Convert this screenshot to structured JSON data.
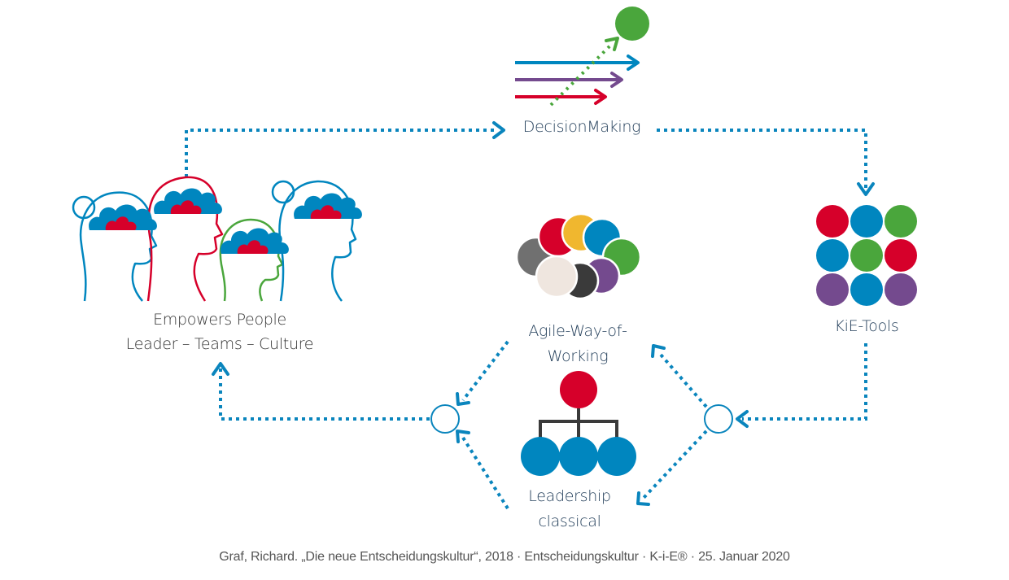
{
  "colors": {
    "blue": "#0086bf",
    "red": "#d6002a",
    "green": "#4aa63c",
    "purple": "#744a8e",
    "yellow": "#f0b72f",
    "gray": "#707070",
    "dark": "#3a3a3a",
    "beige": "#efe6df",
    "connector": "#0a85bd",
    "text": "#1f3b57"
  },
  "nodes": {
    "decision_making": {
      "label": "DecisionMaking",
      "icon": "converging-arrows-target-icon"
    },
    "empowers_people": {
      "line1": "Empowers People",
      "line2": "Leader – Teams – Culture",
      "icon": "people-heads-brains-icon"
    },
    "agile": {
      "line1": "Agile-Way-of-",
      "line2": "Working",
      "icon": "overlapping-circles-cluster-icon"
    },
    "kie_tools": {
      "label": "KiE-Tools",
      "icon": "dot-grid-3x3-icon"
    },
    "leadership": {
      "line1": "Leadership",
      "line2": "classical",
      "icon": "org-hierarchy-icon"
    }
  },
  "kie_grid_colors": [
    "red",
    "blue",
    "green",
    "blue",
    "green",
    "red",
    "purple",
    "blue",
    "purple"
  ],
  "agile_circle_colors": [
    "gray",
    "red",
    "yellow",
    "blue",
    "green",
    "purple",
    "dark",
    "beige"
  ],
  "arrow_colors": [
    "blue",
    "purple",
    "red"
  ],
  "footer": "Graf, Richard. „Die neue Entscheidungskultur“, 2018 · Entscheidungskultur · K-i-E® · 25. Januar 2020"
}
